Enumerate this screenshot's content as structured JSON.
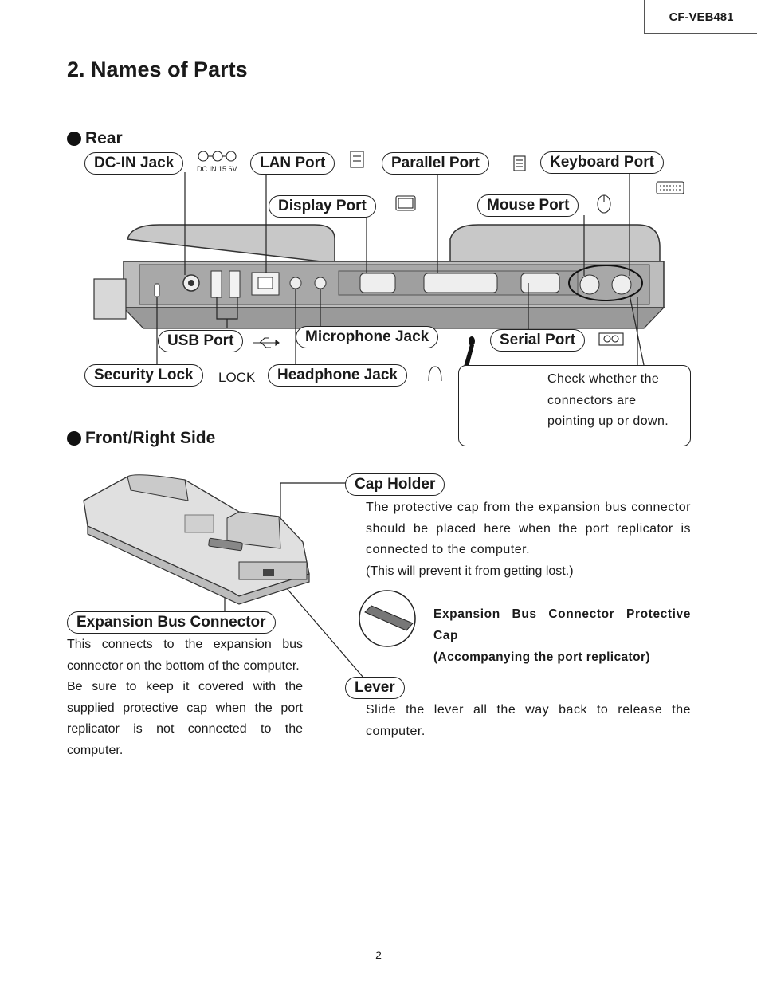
{
  "header": {
    "model": "CF-VEB481"
  },
  "page": {
    "title": "2. Names of Parts",
    "number": "–2–"
  },
  "rear": {
    "heading": "Rear",
    "labels": {
      "dc_in_jack": "DC-IN Jack",
      "dc_in_rating": "DC IN 15.6V",
      "lan_port": "LAN Port",
      "parallel_port": "Parallel Port",
      "keyboard_port": "Keyboard Port",
      "display_port": "Display Port",
      "mouse_port": "Mouse Port",
      "usb_port": "USB Port",
      "microphone_jack": "Microphone Jack",
      "serial_port": "Serial Port",
      "security_lock": "Security Lock",
      "lock": "LOCK",
      "headphone_jack": "Headphone Jack"
    },
    "note": "Check whether the connectors are pointing up or down."
  },
  "front": {
    "heading": "Front/Right Side",
    "cap_holder": {
      "label": "Cap Holder",
      "text": "The protective cap from the expansion bus connector should be placed here when the port replicator is connected to the computer.",
      "text2": "(This will prevent it from getting lost.)"
    },
    "cap": {
      "line1": "Expansion Bus Connector Protective Cap",
      "line2": "(Accompanying the port replicator)"
    },
    "expansion": {
      "label": "Expansion Bus Connector",
      "text": "This connects to the expansion bus connector on the bottom of the computer.",
      "text2": "Be sure to keep it covered with the supplied protective cap when the port replicator is not connected to the computer."
    },
    "lever": {
      "label": "Lever",
      "text": "Slide the lever all the way back to release the computer."
    }
  }
}
